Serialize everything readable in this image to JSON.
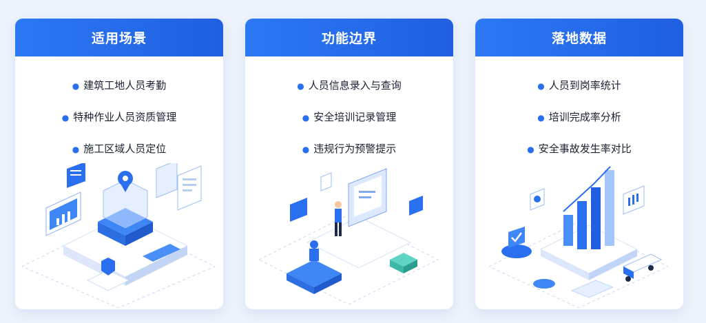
{
  "colors": {
    "header_start": "#2c79f5",
    "header_end": "#1f5fe0",
    "accent": "#2a6ff0",
    "background": "#eef3fb"
  },
  "cards": [
    {
      "title": "适用场景",
      "items": [
        "建筑工地人员考勤",
        "特种作业人员资质管理",
        "施工区域人员定位"
      ],
      "illustration": "isometric-site-platform-with-monitor-and-location-pin"
    },
    {
      "title": "功能边界",
      "items": [
        "人员信息录入与查询",
        "安全培训记录管理",
        "违规行为预警提示"
      ],
      "illustration": "isometric-workers-with-display-board"
    },
    {
      "title": "落地数据",
      "items": [
        "人员到岗率统计",
        "培训完成率分析",
        "安全事故发生率对比"
      ],
      "illustration": "isometric-bar-chart-with-vehicle-and-checkmark"
    }
  ]
}
